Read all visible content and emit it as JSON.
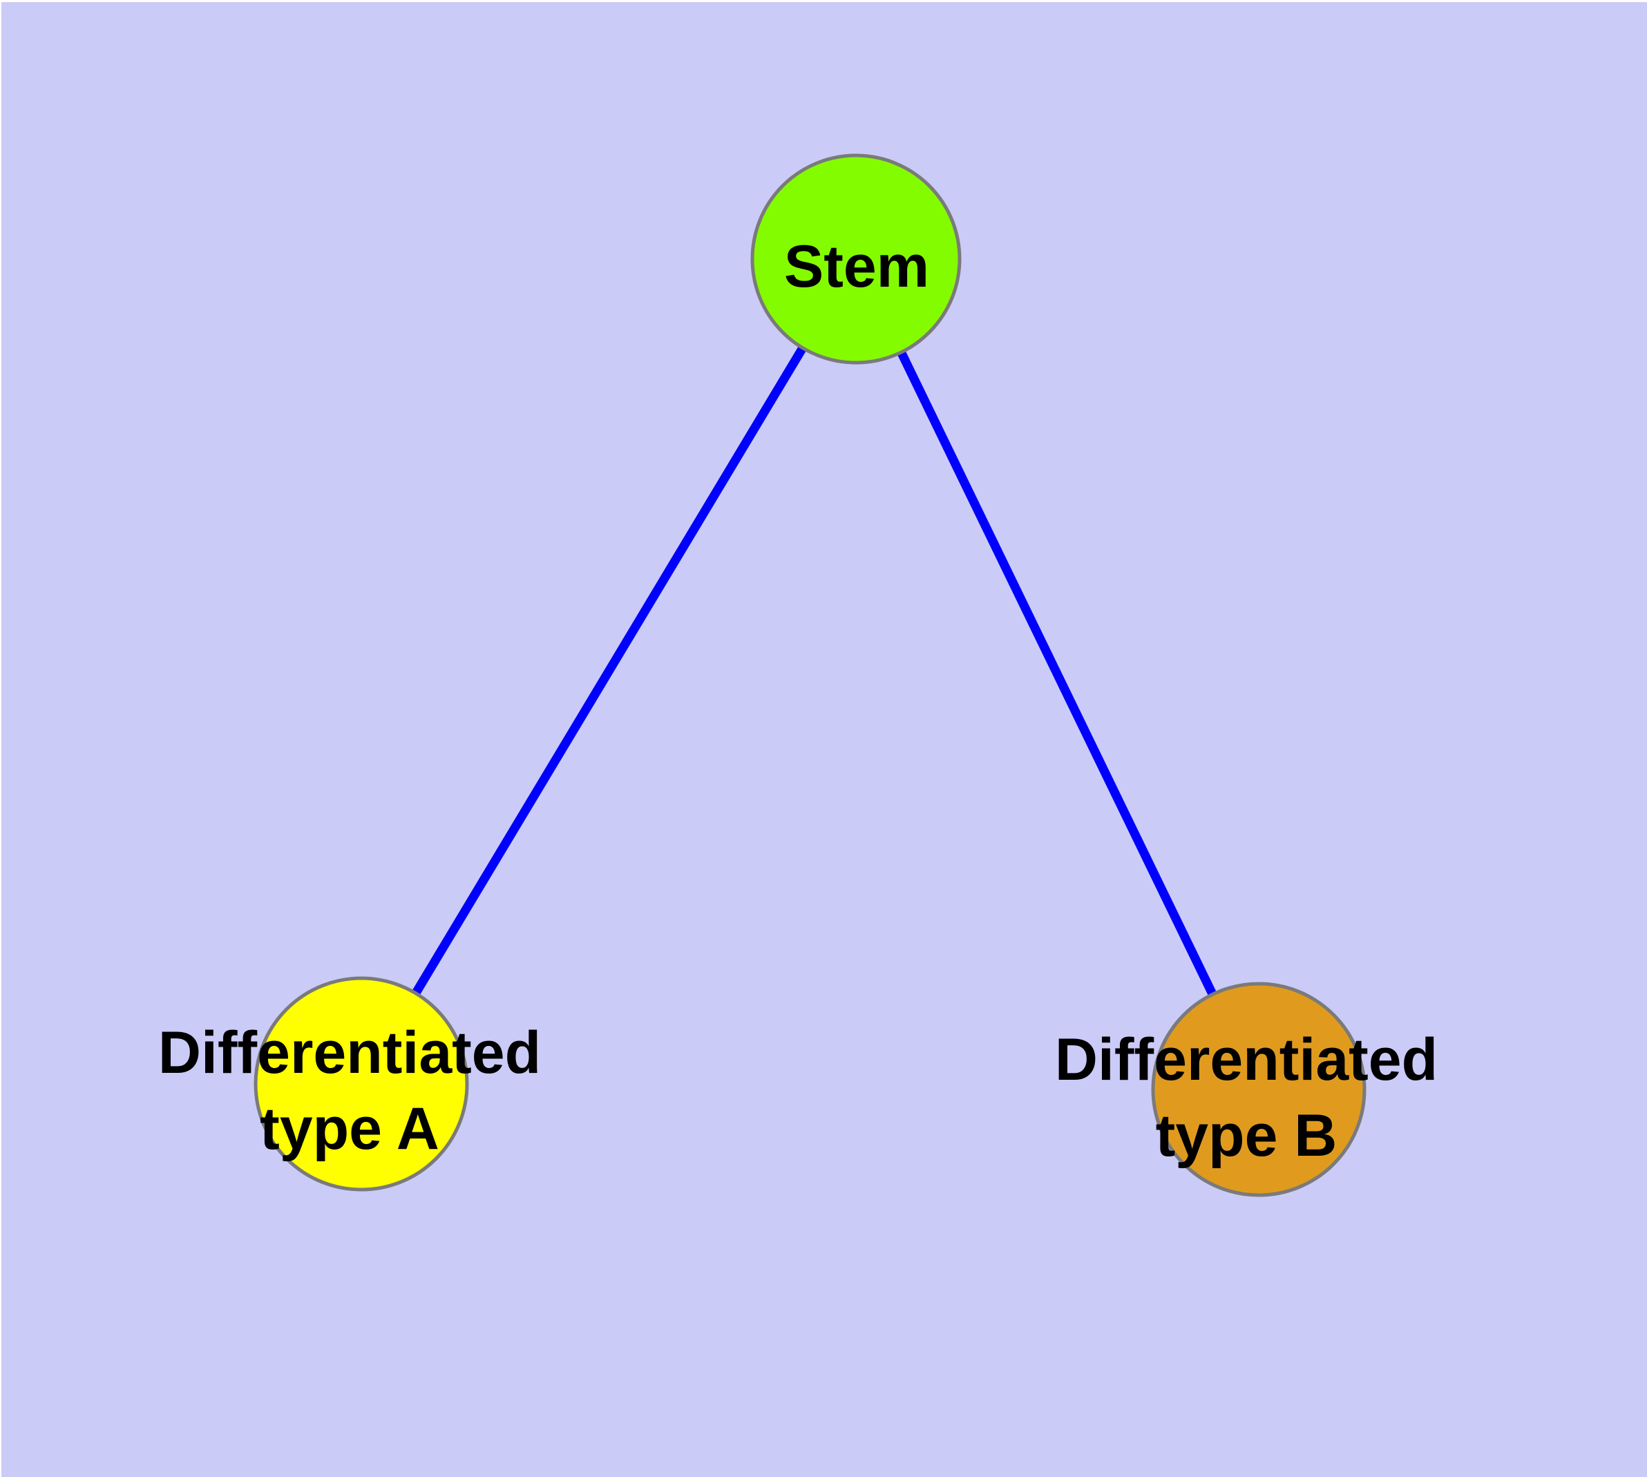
{
  "diagram": {
    "type": "graph",
    "description": "Stem cell differentiation tree: a stem node linked to two differentiated cell-type nodes",
    "style": {
      "background_color": "#CBCBF8",
      "frame_color": "#FFFFFF",
      "edge_color": "#0000FF",
      "node_border_color": "#7A7A7A",
      "label_color": "#000000"
    },
    "nodes": [
      {
        "id": "stem",
        "label": "Stem",
        "color": "#84FC00"
      },
      {
        "id": "differentiated-type-a",
        "label_line1": "Differentiated",
        "label_line2": "type A",
        "color": "#FFFF00"
      },
      {
        "id": "differentiated-type-b",
        "label_line1": "Differentiated",
        "label_line2": "type B",
        "color": "#E09B1E"
      }
    ],
    "edges": [
      {
        "from": "Stem",
        "to": "Differentiated type A"
      },
      {
        "from": "Stem",
        "to": "Differentiated type B"
      }
    ]
  }
}
